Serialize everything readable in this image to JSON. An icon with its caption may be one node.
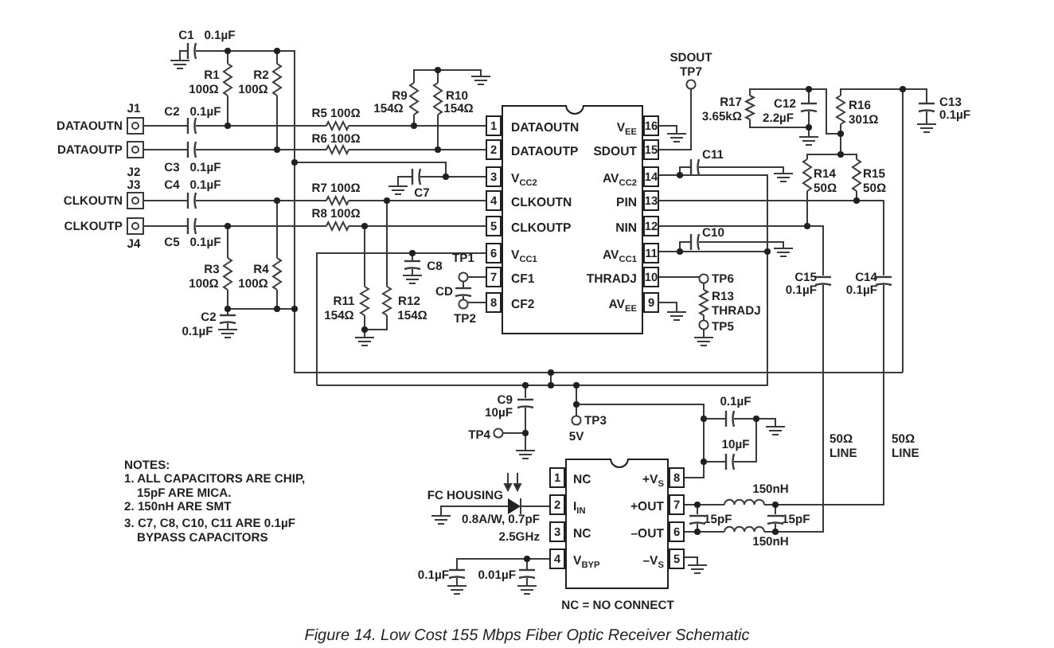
{
  "diagram": {
    "caption": "Figure 14.  Low Cost 155 Mbps Fiber Optic Receiver Schematic",
    "nodes": [
      {
        "text": [
          "DATAOUTN",
          "V$_{EE}$",
          "DATAOUTP",
          "SDOUT",
          "V$_{CC2}$",
          "AV$_{CC2}$",
          "CLKOUTN",
          "PIN",
          "CLKOUTP",
          "NIN",
          "V$_{CC1}$",
          "AV$_{CC1}$",
          "CF1",
          "THRADJ",
          "CF2",
          "AV$_{EE}$"
        ]
      },
      {
        "text": [
          "NC",
          "+V$_{S}$",
          "I$_{IN}$",
          "+OUT",
          "NC",
          "–OUT",
          "V$_{BYP}$",
          "–V$_{S}$"
        ]
      }
    ],
    "labels": [
      "C1",
      "0.1µF",
      "R1",
      "100Ω",
      "R2",
      "100Ω",
      "J1",
      "DATAOUTN",
      "C2",
      "0.1µF",
      "R5 100Ω",
      "R9",
      "154Ω",
      "R10",
      "154Ω",
      "DATAOUTP",
      "J2",
      "C3",
      "0.1µF",
      "R6 100Ω",
      "C7",
      "J3",
      "CLKOUTN",
      "C4",
      "0.1µF",
      "R7 100Ω",
      "CLKOUTP",
      "J4",
      "C5",
      "0.1µF",
      "R8 100Ω",
      "C8",
      "TP1",
      "CD",
      "TP2",
      "R3",
      "100Ω",
      "R4",
      "100Ω",
      "C2",
      "0.1µF",
      "R11",
      "154Ω",
      "R12",
      "154Ω",
      "SDOUT",
      "TP7",
      "R17",
      "3.65kΩ",
      "C12",
      "2.2µF",
      "R16",
      "301Ω",
      "C13",
      "0.1µF",
      "C11",
      "R14",
      "50Ω",
      "R15",
      "50Ω",
      "C10",
      "TP6",
      "R13",
      "THRADJ",
      "TP5",
      "C15",
      "0.1µF",
      "C14",
      "0.1µF",
      "C9",
      "10µF",
      "TP4",
      "TP3",
      "5V",
      "0.1µF",
      "10µF",
      "50Ω LINE",
      "50Ω LINE",
      "FC HOUSING",
      "0.8A/W, 0.7pF",
      "2.5GHz",
      "150nH",
      "15pF",
      "15pF",
      "150nH",
      "0.1µF",
      "0.01µF",
      "NC = NO CONNECT",
      "NOTES:",
      "1. ALL CAPACITORS ARE CHIP, 15pF ARE MICA.",
      "2. 150nH ARE SMT",
      "3. C7, C8, C10, C11 ARE 0.1µF BYPASS CAPACITORS",
      "1",
      "2",
      "3",
      "4",
      "5",
      "6",
      "7",
      "8",
      "16",
      "15",
      "14",
      "13",
      "12",
      "11",
      "10",
      "9",
      "1",
      "2",
      "3",
      "4",
      "8",
      "7",
      "6",
      "5"
    ]
  }
}
